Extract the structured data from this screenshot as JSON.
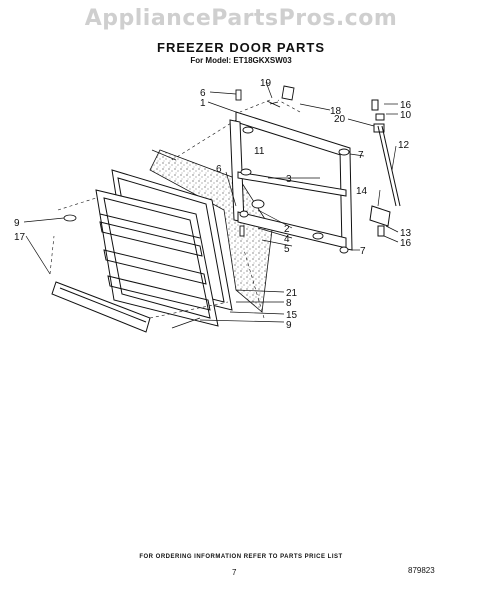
{
  "watermark": "AppliancePartsPros.com",
  "title": "FREEZER DOOR PARTS",
  "model": "For Model: ET18GKXSW03",
  "callouts": {
    "c1": "1",
    "c2": "2",
    "c3": "3",
    "c4": "4",
    "c5": "5",
    "c6a": "6",
    "c6b": "6",
    "c7a": "7",
    "c7b": "7",
    "c8": "8",
    "c9a": "9",
    "c9b": "9",
    "c10": "10",
    "c11": "11",
    "c12": "12",
    "c13": "13",
    "c14": "14",
    "c15": "15",
    "c16a": "16",
    "c16b": "16",
    "c17": "17",
    "c18": "18",
    "c19": "19",
    "c20": "20",
    "c21": "21"
  },
  "footer": "FOR ORDERING INFORMATION REFER TO PARTS PRICE LIST",
  "page_number": "7",
  "doc_code": "879823"
}
